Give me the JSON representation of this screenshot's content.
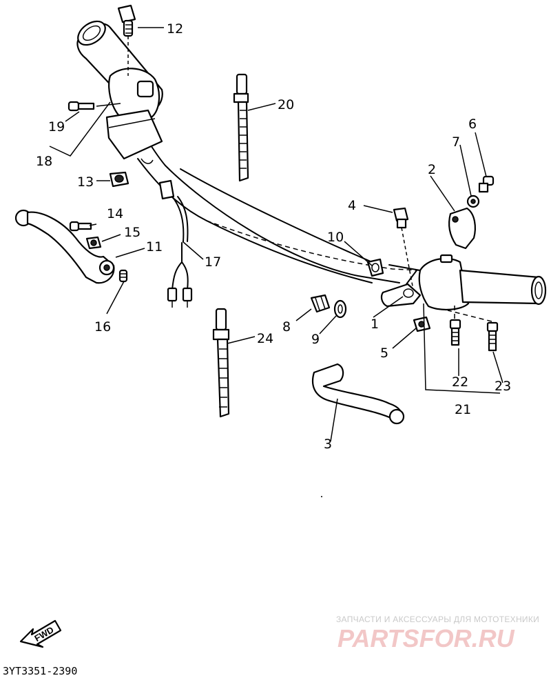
{
  "labels": {
    "l1": "1",
    "l2": "2",
    "l3": "3",
    "l4": "4",
    "l5": "5",
    "l6": "6",
    "l7": "7",
    "l8": "8",
    "l9": "9",
    "l10": "10",
    "l11": "11",
    "l12": "12",
    "l13": "13",
    "l14": "14",
    "l15": "15",
    "l16": "16",
    "l17": "17",
    "l18": "18",
    "l19": "19",
    "l20": "20",
    "l21": "21",
    "l22": "22",
    "l23": "23",
    "l24": "24"
  },
  "fwd_label": "FWD",
  "diagram_code": "3YT3351-2390",
  "watermark": {
    "tagline": "ЗАПЧАСТИ И АКСЕССУАРЫ ДЛЯ МОТОТЕХНИКИ",
    "brand": "PARTSFOR.RU"
  }
}
